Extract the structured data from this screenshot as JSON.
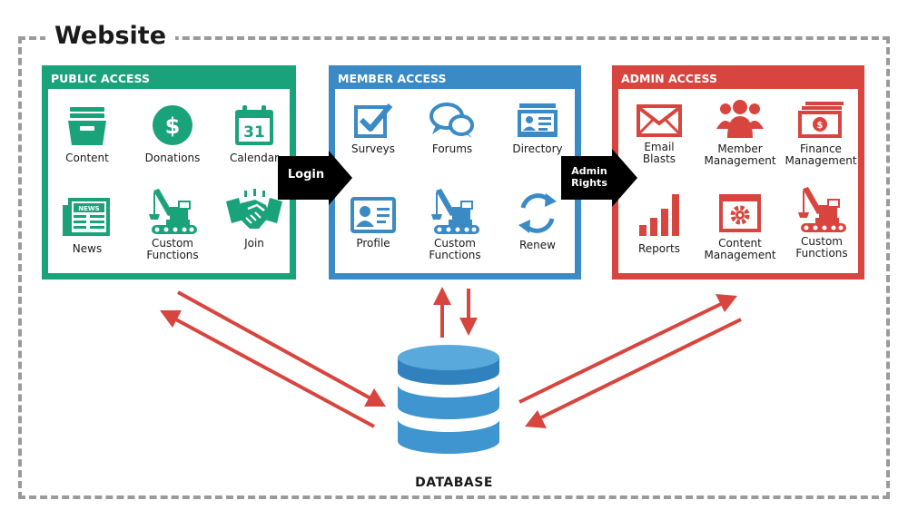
{
  "title": "Website",
  "colors": {
    "public": "#1aa37a",
    "member": "#3a8ac6",
    "admin": "#d8453f",
    "arrow": "#d8453f",
    "db": "#3f95cf"
  },
  "public": {
    "header": "PUBLIC ACCESS",
    "items": [
      {
        "label": "Content",
        "icon": "content-icon"
      },
      {
        "label": "Donations",
        "icon": "dollar-icon"
      },
      {
        "label": "Calendar",
        "icon": "calendar-icon",
        "glyph": "31"
      },
      {
        "label": "News",
        "icon": "newspaper-icon",
        "glyph": "NEWS"
      },
      {
        "label": "Custom Functions",
        "icon": "crane-icon"
      },
      {
        "label": "Join",
        "icon": "handshake-icon"
      }
    ]
  },
  "member": {
    "header": "MEMBER ACCESS",
    "items": [
      {
        "label": "Surveys",
        "icon": "checkbox-icon"
      },
      {
        "label": "Forums",
        "icon": "chat-icon"
      },
      {
        "label": "Directory",
        "icon": "directory-icon"
      },
      {
        "label": "Profile",
        "icon": "profile-card-icon"
      },
      {
        "label": "Custom Functions",
        "icon": "crane-icon"
      },
      {
        "label": "Renew",
        "icon": "renew-icon"
      }
    ]
  },
  "admin": {
    "header": "ADMIN ACCESS",
    "items": [
      {
        "label": "Email Blasts",
        "icon": "envelope-icon"
      },
      {
        "label": "Member Management",
        "icon": "people-icon"
      },
      {
        "label": "Finance Management",
        "icon": "money-icon"
      },
      {
        "label": "Reports",
        "icon": "bar-chart-icon"
      },
      {
        "label": "Content Management",
        "icon": "gear-window-icon"
      },
      {
        "label": "Custom Functions",
        "icon": "crane-icon"
      }
    ]
  },
  "login_label": "Login",
  "admin_rights_label": "Admin Rights",
  "database_label": "DATABASE"
}
